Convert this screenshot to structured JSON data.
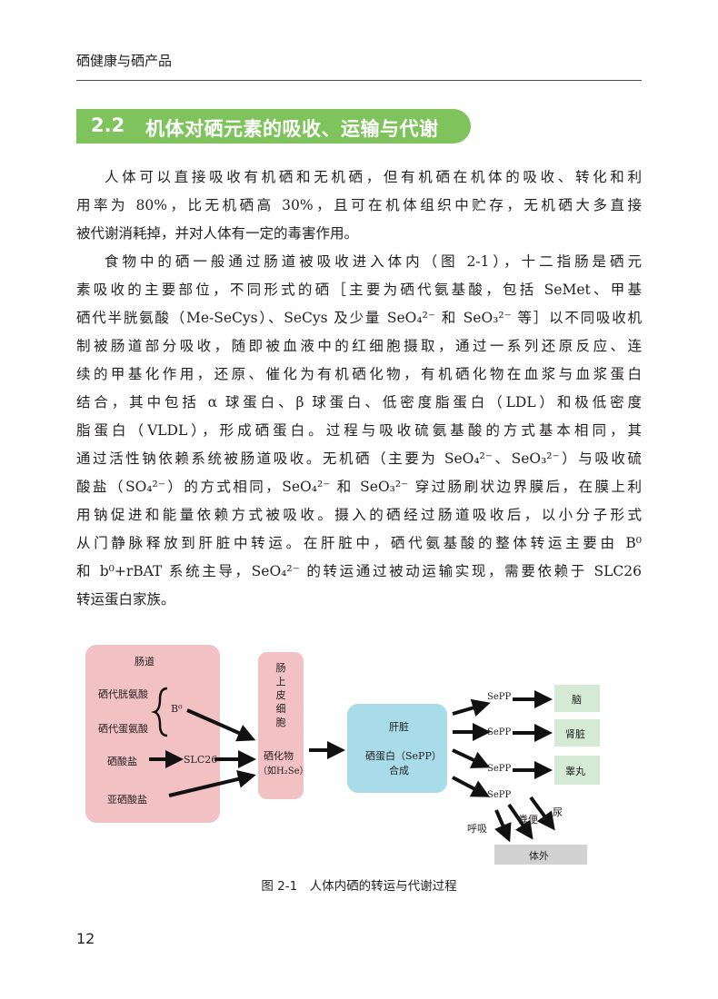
{
  "header": {
    "running_title": "硒健康与硒产品"
  },
  "section": {
    "number": "2.2",
    "title": "机体对硒元素的吸收、运输与代谢"
  },
  "paragraphs": [
    [
      "人体可以直接吸收有机硒和无机硒，但有机硒在机体的吸收、转化和利",
      "用率为 80%，比无机硒高 30%，且可在机体组织中贮存，无机硒大多直接",
      "被代谢消耗掉，并对人体有一定的毒害作用。"
    ],
    [
      "食物中的硒一般通过肠道被吸收进入体内（图 2-1），十二指肠是硒元",
      "素吸收的主要部位，不同形式的硒［主要为硒代氨基酸，包括 SeMet、甲基",
      "硒代半胱氨酸（Me-SeCys）、SeCys 及少量 SeO₄²⁻ 和 SeO₃²⁻ 等］以不同吸收机",
      "制被肠道部分吸收，随即被血液中的红细胞摄取，通过一系列还原反应、连",
      "续的甲基化作用，还原、催化为有机硒化物，有机硒化物在血浆与血浆蛋白",
      "结合，其中包括 α 球蛋白、β 球蛋白、低密度脂蛋白（LDL）和极低密度",
      "脂蛋白（VLDL），形成硒蛋白。过程与吸收硫氨基酸的方式基本相同，其",
      "通过活性钠依赖系统被肠道吸收。无机硒（主要为 SeO₄²⁻、SeO₃²⁻）与吸收硫",
      "酸盐（SO₄²⁻）的方式相同，SeO₄²⁻ 和 SeO₃²⁻ 穿过肠刷状边界膜后，在膜上利",
      "用钠促进和能量依赖方式被吸收。摄入的硒经过肠道吸收后，以小分子形式",
      "从门静脉释放到肝脏中转运。在肝脏中，硒代氨基酸的整体转运主要由 B⁰",
      "和 b⁰+rBAT 系统主导，SeO₄²⁻ 的转运通过被动运输实现，需要依赖于 SLC26",
      "转运蛋白家族。"
    ]
  ],
  "figure": {
    "intestine_label": "肠道",
    "selenocysteine": "硒代胱氨酸",
    "selenomethionine": "硒代蛋氨酸",
    "b0_label": "B⁰",
    "selenate": "硒酸盐",
    "slc26": "SLC26",
    "selenite": "亚硒酸盐",
    "epithelium_label": "肠上皮细胞",
    "selenide": "硒化物",
    "selenide_example": "（如H₂Se）",
    "liver_label": "肝脏",
    "liver_content_1": "硒蛋白（SePP）",
    "liver_content_2": "合成",
    "sepp": "SePP",
    "brain": "脑",
    "kidney": "肾脏",
    "testis": "睾丸",
    "breath": "呼吸",
    "feces": "粪便",
    "urine": "尿",
    "excretion": "体外",
    "colors": {
      "intestine": "#f2c1c4",
      "liver": "#a8dce8",
      "organ": "#d4ead4",
      "excretion": "#d2d2d2",
      "banner": "#7ec35c"
    }
  },
  "caption": "图 2-1　人体内硒的转运与代谢过程",
  "page_number": "12"
}
